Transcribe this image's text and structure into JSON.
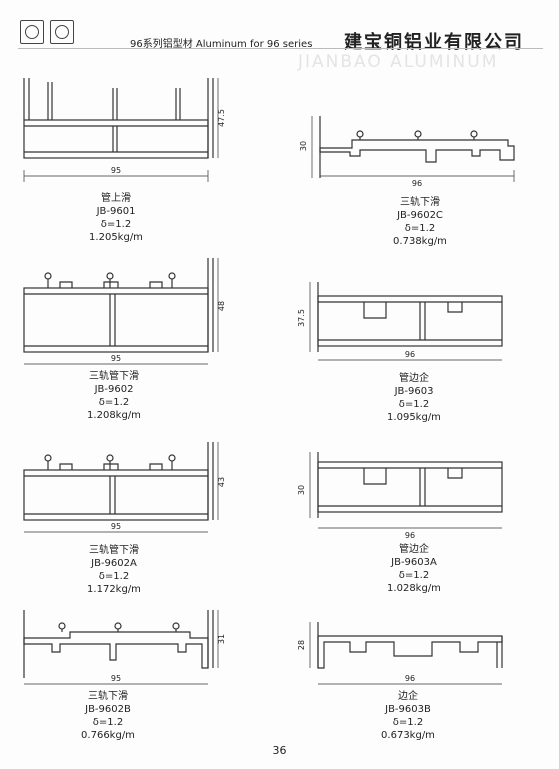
{
  "header": {
    "series": "96系列铝型材    Aluminum for 96 series",
    "company": "建宝铜铝业有限公司",
    "watermark": "JIANBAO ALUMINUM"
  },
  "profiles": [
    {
      "name": "管上滑",
      "code": "JB-9601",
      "thickness": "δ=1.2",
      "weight": "1.205kg/m",
      "width": "95",
      "height": "47.5"
    },
    {
      "name": "三轨下滑",
      "code": "JB-9602C",
      "thickness": "δ=1.2",
      "weight": "0.738kg/m",
      "width": "96",
      "height": "30"
    },
    {
      "name": "三轨管下滑",
      "code": "JB-9602",
      "thickness": "δ=1.2",
      "weight": "1.208kg/m",
      "width": "95",
      "height": "48"
    },
    {
      "name": "管边企",
      "code": "JB-9603",
      "thickness": "δ=1.2",
      "weight": "1.095kg/m",
      "width": "96",
      "height": "37.5"
    },
    {
      "name": "三轨管下滑",
      "code": "JB-9602A",
      "thickness": "δ=1.2",
      "weight": "1.172kg/m",
      "width": "95",
      "height": "43"
    },
    {
      "name": "管边企",
      "code": "JB-9603A",
      "thickness": "δ=1.2",
      "weight": "1.028kg/m",
      "width": "96",
      "height": "30"
    },
    {
      "name": "三轨下滑",
      "code": "JB-9602B",
      "thickness": "δ=1.2",
      "weight": "0.766kg/m",
      "width": "95",
      "height": "31"
    },
    {
      "name": "边企",
      "code": "JB-9603B",
      "thickness": "δ=1.2",
      "weight": "0.673kg/m",
      "width": "96",
      "height": "28"
    }
  ],
  "page_number": "36"
}
